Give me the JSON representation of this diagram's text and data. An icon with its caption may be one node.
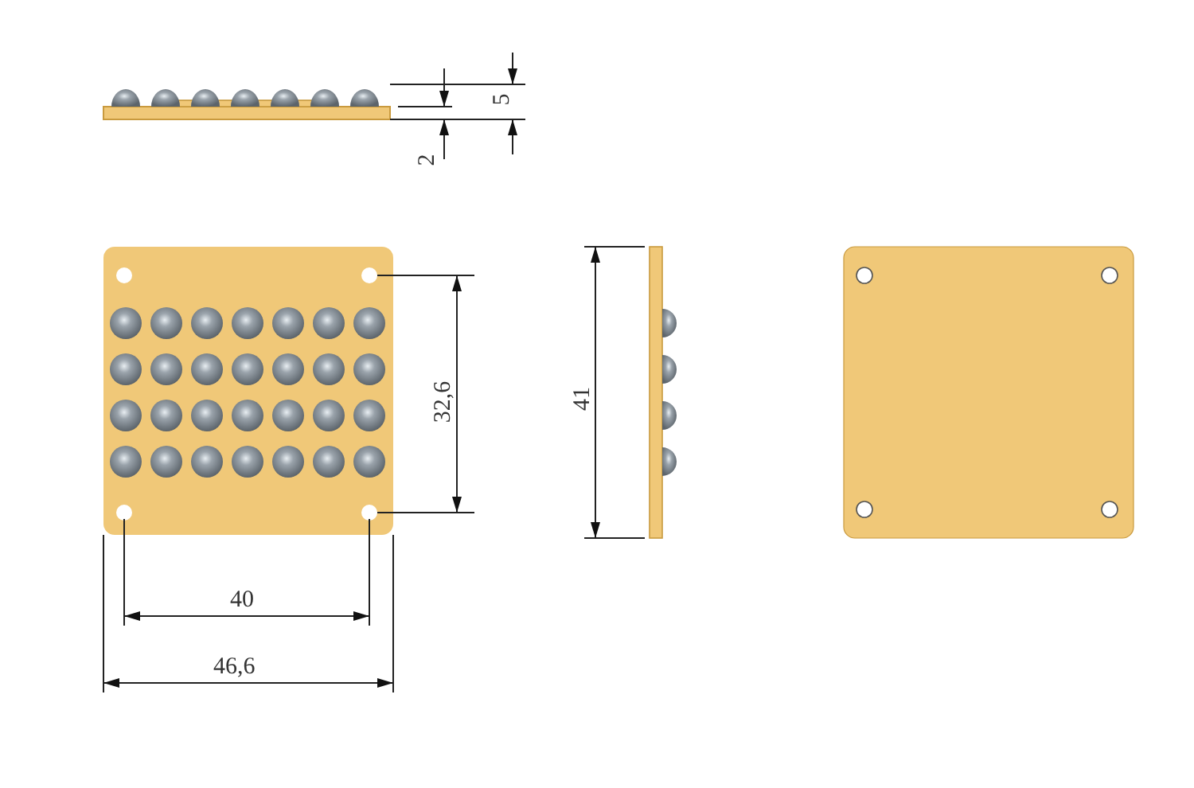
{
  "diagram": {
    "labels": [
      "5",
      "2",
      "32,6",
      "41",
      "40",
      "46,6"
    ]
  }
}
